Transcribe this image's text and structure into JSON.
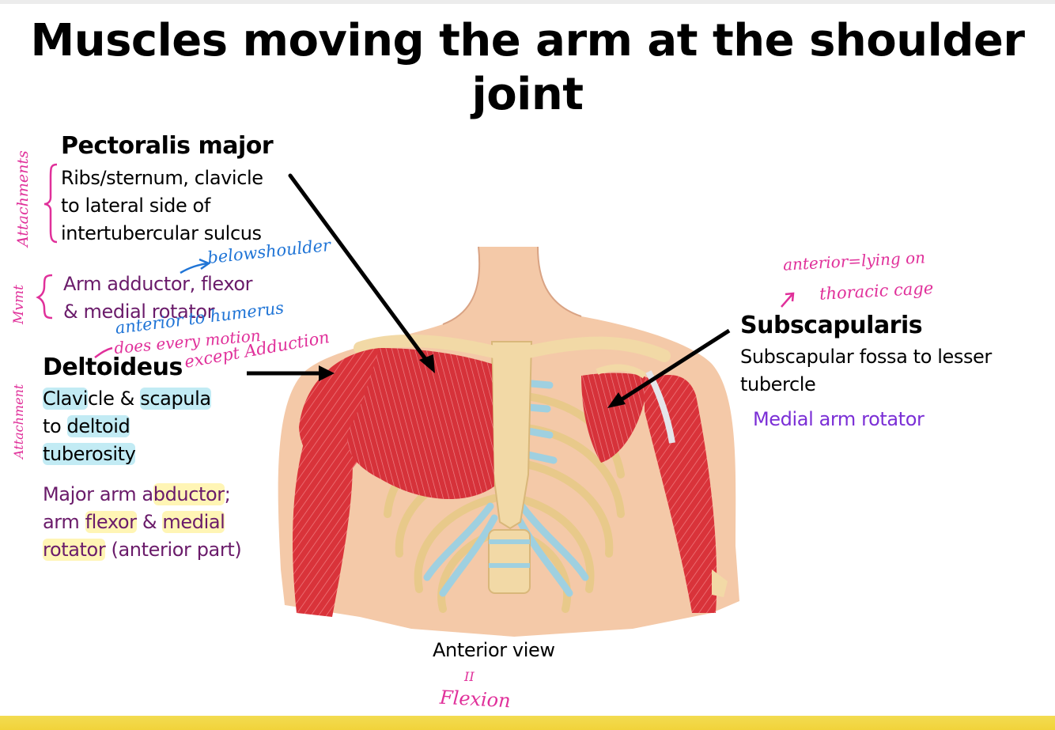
{
  "slide": {
    "title_line1": "Muscles moving the arm at the shoulder",
    "title_line2": "joint"
  },
  "pectoralis": {
    "heading": "Pectoralis major",
    "attachment_lines": [
      "Ribs/sternum, clavicle",
      "to lateral side of",
      "intertubercular sulcus"
    ],
    "action_lines": [
      "Arm adductor, flexor",
      "& medial rotator"
    ]
  },
  "deltoideus": {
    "heading": "Deltoideus",
    "attachment_parts": [
      "Clavi",
      "cle",
      " & ",
      "scapula",
      "to ",
      "deltoid",
      "tuberosity"
    ],
    "action_parts": [
      "Major arm a",
      "bductor",
      ";",
      "arm ",
      "flexor",
      " & ",
      "medial",
      "rotator",
      " (anterior part)"
    ]
  },
  "subscapularis": {
    "heading": "Subscapularis",
    "attachment_lines": [
      "Subscapular fossa to lesser",
      "tubercle"
    ],
    "action": "Medial arm rotator"
  },
  "figure": {
    "caption": "Anterior view"
  },
  "annotations": {
    "attachments_vertical_1": "Attachments",
    "mvmt_vertical": "Mvmt",
    "attachment_vertical_2": "Attachment",
    "below_shoulder": "belowshoulder",
    "anterior_to_humerus": "anterior to humerus",
    "does_every_motion": "does every motion",
    "except_adduction": "except Adduction",
    "anterior_lying_on": "anterior=lying on",
    "thoracic_cage": "thoracic cage",
    "equals_sign": "II",
    "flexion": "Flexion"
  },
  "colors": {
    "muscle_red": "#d9333a",
    "bone": "#f2d9a6",
    "cartilage": "#9fd0e0",
    "skin": "#f4c9a8",
    "annotation_pink": "#e0309a",
    "annotation_blue": "#1f74d6",
    "text_purple": "#6a1b6a",
    "text_violet": "#7b2fd6",
    "bottom_bar": "#f1d33a"
  },
  "icons": [
    "arrow-icon",
    "brace-icon"
  ]
}
